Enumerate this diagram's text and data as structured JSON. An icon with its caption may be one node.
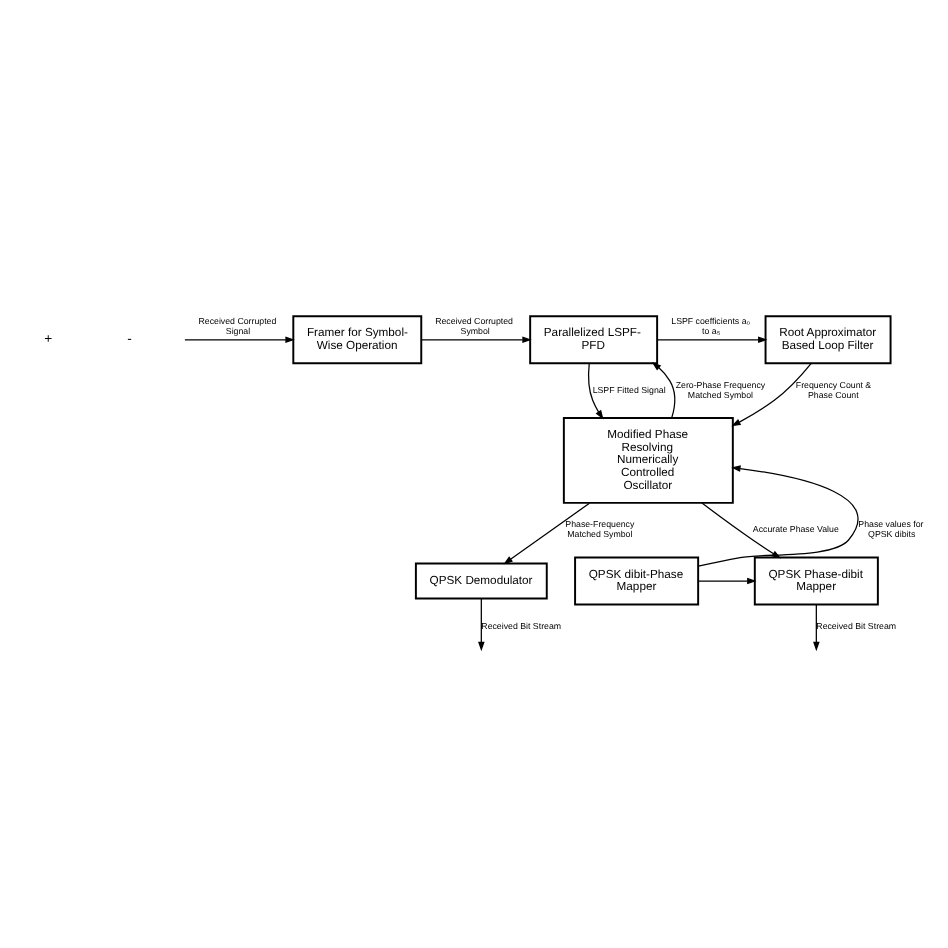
{
  "diagram": {
    "nodes": [
      {
        "text": [
          "Framer for Symbol-Wise Operation"
        ]
      },
      {
        "text": [
          "Parallelized LSPF-PFD"
        ]
      },
      {
        "text": [
          "Root Approximator Based Loop Filter"
        ]
      },
      {
        "text": [
          "Modified Phase Resolving Numerically Controlled Oscillator"
        ]
      },
      {
        "text": [
          "QPSK Demodulator"
        ]
      },
      {
        "text": [
          "QPSK Phase-dibit Mapper"
        ]
      },
      {
        "text": [
          "QPSK dibit-Phase Mapper"
        ]
      }
    ],
    "edges": [
      {
        "from": null,
        "to": 0,
        "arrow": "to",
        "label": "Received Corrupted Signal"
      },
      {
        "from": 0,
        "to": 1,
        "arrow": "to",
        "label": "Received Corrupted Symbol"
      },
      {
        "from": 1,
        "to": 2,
        "arrow": "to",
        "label": "LSPF coefficients a₀ to a₅"
      },
      {
        "from": 1,
        "to": 3,
        "arrow": "to",
        "label": "LSPF Fitted Signal"
      },
      {
        "from": 2,
        "to": 3,
        "arrow": "to",
        "label": "Frequency Count & Phase Count"
      },
      {
        "from": 3,
        "to": 1,
        "arrow": "to",
        "label": "Zero-Phase Frequency Matched Symbol"
      },
      {
        "from": 3,
        "to": 4,
        "arrow": "to",
        "label": "Phase-Frequency Matched Symbol"
      },
      {
        "from": 3,
        "to": 5,
        "arrow": "to",
        "label": "Accurate Phase Value"
      },
      {
        "from": 6,
        "to": 3,
        "arrow": "to",
        "label": "Phase values for QPSK dibits"
      },
      {
        "from": 6,
        "to": 5,
        "arrow": "to"
      },
      {
        "from": 4,
        "to": null,
        "arrow": "to",
        "label": "Received Bit Stream"
      },
      {
        "from": 5,
        "to": null,
        "arrow": "to",
        "label": "Received Bit Stream"
      }
    ],
    "labels": [
      "+",
      "-"
    ]
  }
}
